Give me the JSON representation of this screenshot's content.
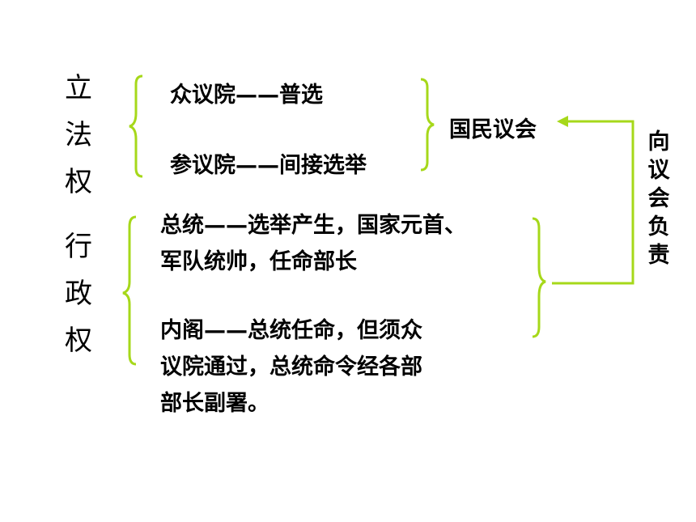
{
  "legislative": {
    "label_chars": [
      "立",
      "法",
      "权"
    ],
    "house_of_deputies": "众议院——普选",
    "senate": "参议院——间接选举",
    "parliament": "国民议会"
  },
  "executive": {
    "label_chars": [
      "行",
      "政",
      "权"
    ],
    "president_line1": "总统——选举产生，国家元首、",
    "president_line2": "军队统帅，任命部长",
    "cabinet_line1": "内阁——总统任命，但须众",
    "cabinet_line2": "议院通过，总统命令经各部",
    "cabinet_line3": "部长副署。"
  },
  "responsibility": {
    "chars": [
      "向",
      "议",
      "会",
      "负",
      "责"
    ]
  },
  "colors": {
    "accent": "#a6d81a",
    "text": "#000000"
  }
}
